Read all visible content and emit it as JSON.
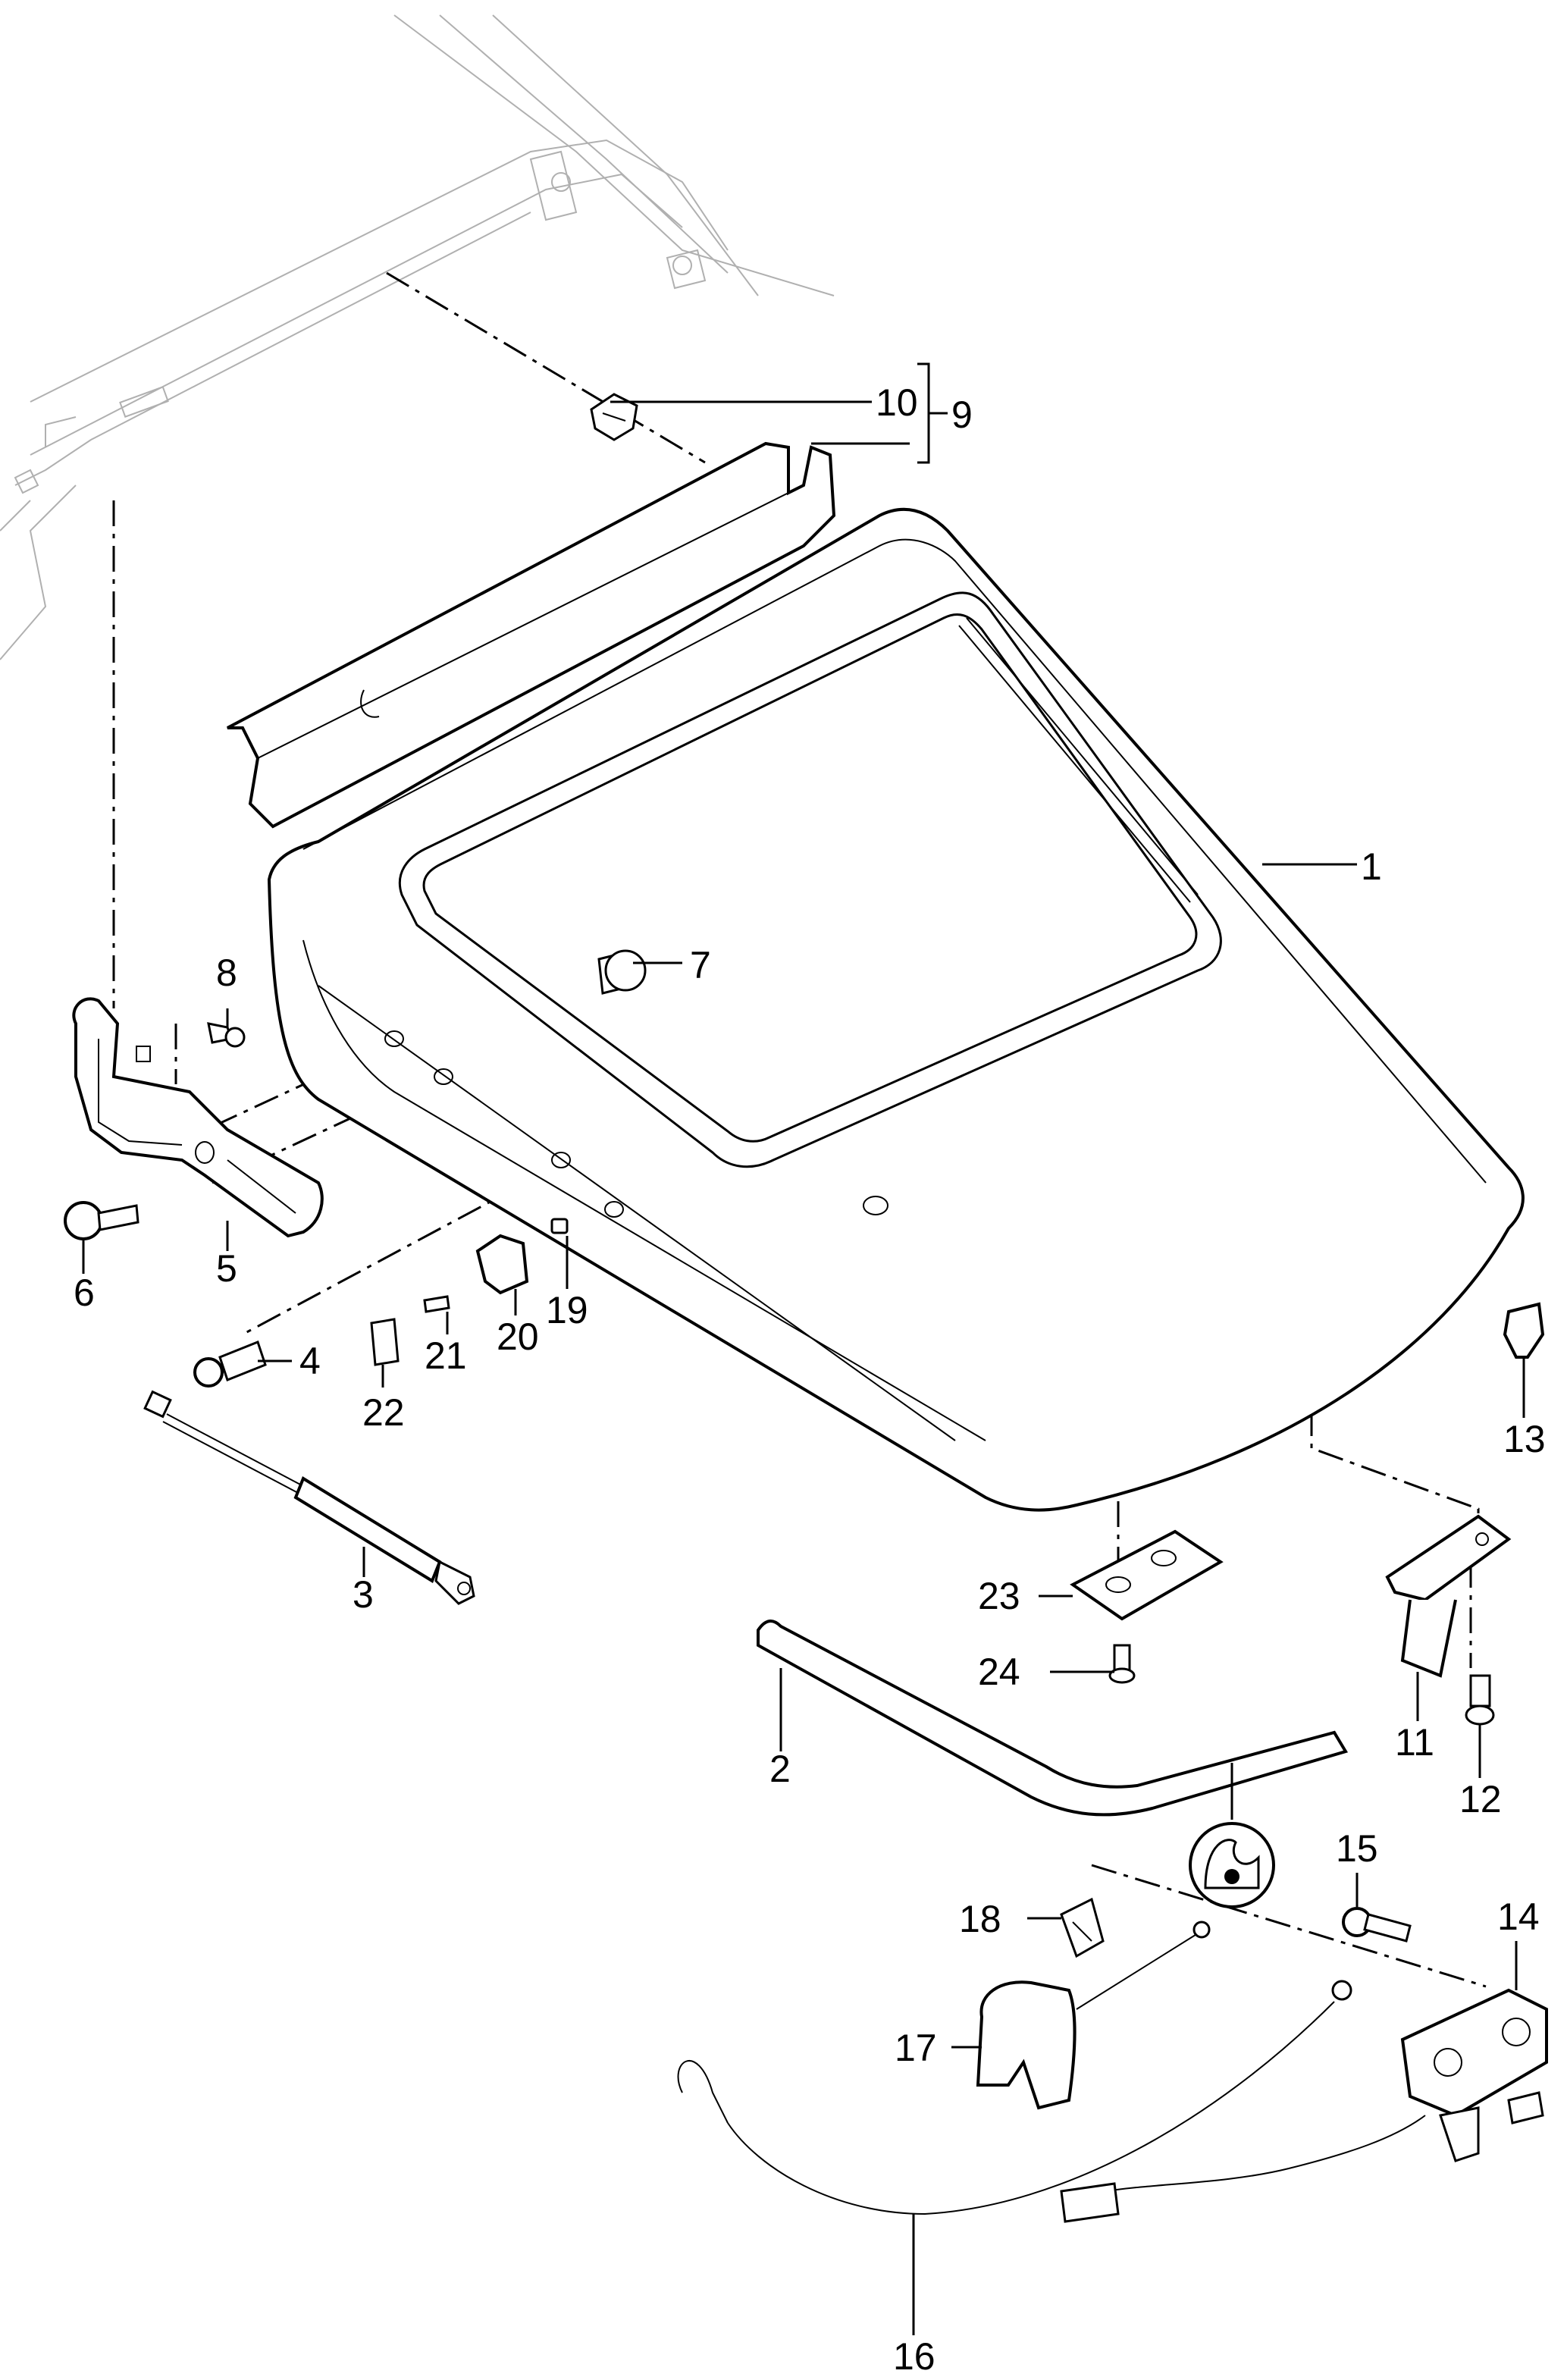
{
  "callouts": {
    "p1": "1",
    "p2": "2",
    "p3": "3",
    "p4": "4",
    "p5": "5",
    "p6": "6",
    "p7": "7",
    "p8": "8",
    "p9": "9",
    "p10": "10",
    "p11": "11",
    "p12": "12",
    "p13": "13",
    "p14": "14",
    "p15": "15",
    "p16": "16",
    "p17": "17",
    "p18": "18",
    "p19": "19",
    "p20": "20",
    "p21": "21",
    "p22": "22",
    "p23": "23",
    "p24": "24"
  },
  "icons": {
    "sealant_symbol": "sealant-symbol-icon"
  }
}
